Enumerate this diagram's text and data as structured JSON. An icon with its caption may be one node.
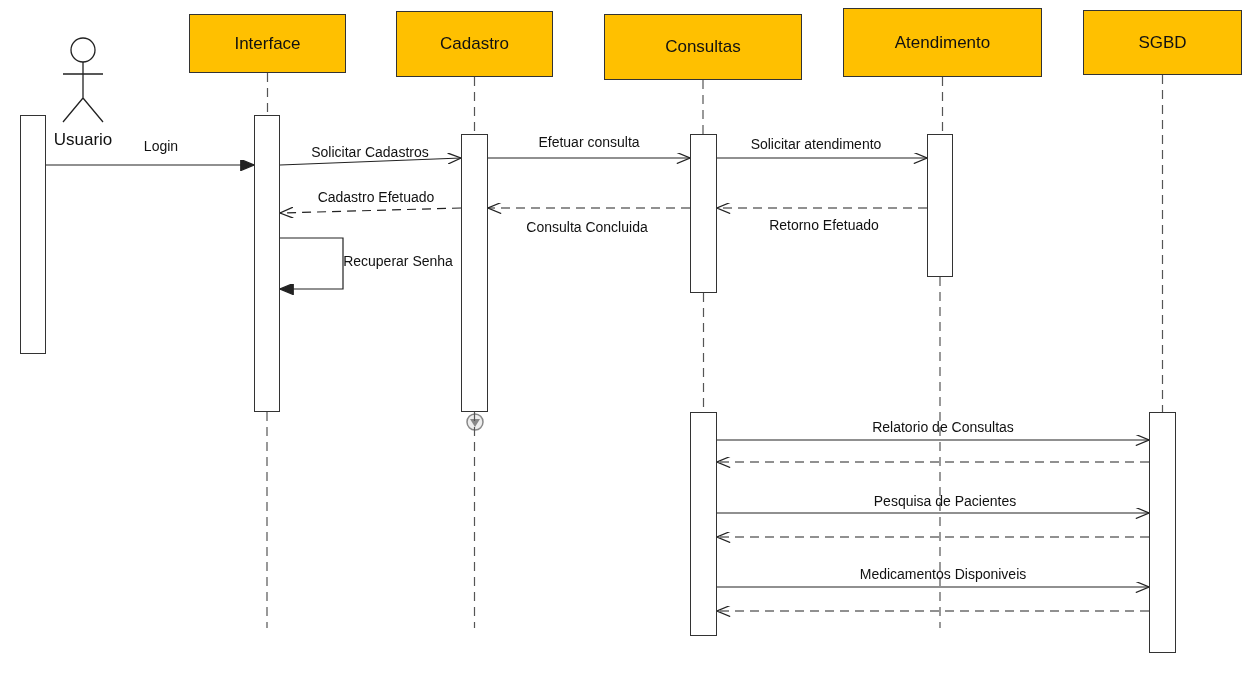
{
  "diagram": {
    "nodes": [
      {
        "text": [
          "Usuario"
        ]
      },
      {
        "text": [
          "Interface"
        ]
      },
      {
        "text": [
          "Cadastro"
        ]
      },
      {
        "text": [
          "Consultas"
        ]
      },
      {
        "text": [
          "Atendimento"
        ]
      },
      {
        "text": [
          "SGBD"
        ]
      },
      {
        "text": [],
        "shape": "bar"
      },
      {
        "text": [],
        "shape": "bar"
      },
      {
        "text": [],
        "shape": "bar"
      },
      {
        "text": [],
        "shape": "bar"
      },
      {
        "text": [],
        "shape": "bar"
      },
      {
        "text": [],
        "shape": "bar"
      },
      {
        "text": [],
        "shape": "bar"
      }
    ],
    "edges": [
      {
        "from": 6,
        "to": 7,
        "arrow": "to",
        "label": "Login"
      },
      {
        "from": 7,
        "to": 8,
        "arrow": "to",
        "label": "Solicitar Cadastros"
      },
      {
        "from": 8,
        "to": 9,
        "arrow": "to",
        "label": "Efetuar consulta"
      },
      {
        "from": 9,
        "to": 10,
        "arrow": "to",
        "label": "Solicitar atendimento"
      },
      {
        "from": 8,
        "to": 7,
        "arrow": "to",
        "label": "Cadastro Efetuado",
        "style": "dashed"
      },
      {
        "from": 9,
        "to": 8,
        "arrow": "to",
        "label": "Consulta Concluida",
        "style": "dashed"
      },
      {
        "from": 10,
        "to": 9,
        "arrow": "to",
        "label": "Retorno Efetuado",
        "style": "dashed"
      },
      {
        "from": 7,
        "to": 7,
        "arrow": "to",
        "label": "Recuperar Senha"
      },
      {
        "from": 11,
        "to": 12,
        "arrow": "to",
        "label": "Relatorio de Consultas"
      },
      {
        "from": 12,
        "to": 11,
        "arrow": "to",
        "style": "dashed"
      },
      {
        "from": 11,
        "to": 12,
        "arrow": "to",
        "label": "Pesquisa de Pacientes"
      },
      {
        "from": 12,
        "to": 11,
        "arrow": "to",
        "style": "dashed"
      },
      {
        "from": 11,
        "to": 12,
        "arrow": "to",
        "label": "Medicamentos Disponiveis"
      },
      {
        "from": 12,
        "to": 11,
        "arrow": "to",
        "style": "dashed"
      },
      {
        "from": 1,
        "to": 7,
        "arrow": "none",
        "style": "dashed"
      },
      {
        "from": 7,
        "to": null,
        "arrow": "none",
        "style": "dashed"
      },
      {
        "from": 2,
        "to": 8,
        "arrow": "none",
        "style": "dashed"
      },
      {
        "from": 8,
        "to": null,
        "arrow": "none",
        "style": "dashed"
      },
      {
        "from": 3,
        "to": 9,
        "arrow": "none",
        "style": "dashed"
      },
      {
        "from": 9,
        "to": 11,
        "arrow": "none",
        "style": "dashed"
      },
      {
        "from": 4,
        "to": 10,
        "arrow": "none",
        "style": "dashed"
      },
      {
        "from": 10,
        "to": null,
        "arrow": "none",
        "style": "dashed"
      },
      {
        "from": 5,
        "to": 12,
        "arrow": "none",
        "style": "dashed"
      }
    ]
  }
}
